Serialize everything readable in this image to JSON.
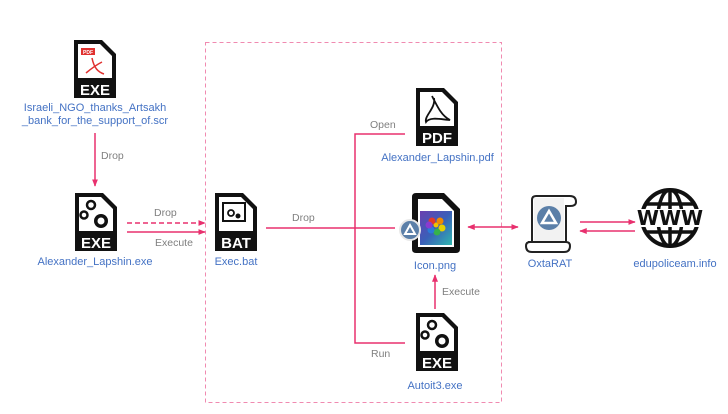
{
  "nodes": {
    "scr": {
      "label_line1": "Israeli_NGO_thanks_Artsakh",
      "label_line2": "_bank_for_the_support_of.scr",
      "icon": "exe-with-pdf-icon",
      "icon_text": "EXE",
      "badge_text": "PDF"
    },
    "exe": {
      "label": "Alexander_Lapshin.exe",
      "icon": "exe-gears-icon",
      "icon_text": "EXE"
    },
    "bat": {
      "label": "Exec.bat",
      "icon": "bat-file-icon",
      "icon_text": "BAT"
    },
    "pdf": {
      "label": "Alexander_Lapshin.pdf",
      "icon": "pdf-file-icon",
      "icon_text": "PDF"
    },
    "png": {
      "label": "Icon.png",
      "icon": "png-image-file-icon"
    },
    "autoit": {
      "label": "Autoit3.exe",
      "icon": "exe-gears-icon",
      "icon_text": "EXE"
    },
    "rat": {
      "label": "OxtaRAT",
      "icon": "script-scroll-icon"
    },
    "c2": {
      "label": "edupoliceam.info",
      "icon": "www-globe-icon",
      "icon_text": "WWW"
    }
  },
  "edges": {
    "scr_to_exe": "Drop",
    "exe_to_bat_dashed": "Drop",
    "exe_to_bat_solid": "Execute",
    "bat_drop": "Drop",
    "open_pdf": "Open",
    "run_autoit": "Run",
    "autoit_execute": "Execute"
  },
  "colors": {
    "arrow": "#e8306e",
    "container_border": "#f08ab0",
    "label": "#4472c4",
    "edge_label": "#7f7f7f",
    "icon": "#111111",
    "autoit_badge": "#5b7fa8"
  }
}
